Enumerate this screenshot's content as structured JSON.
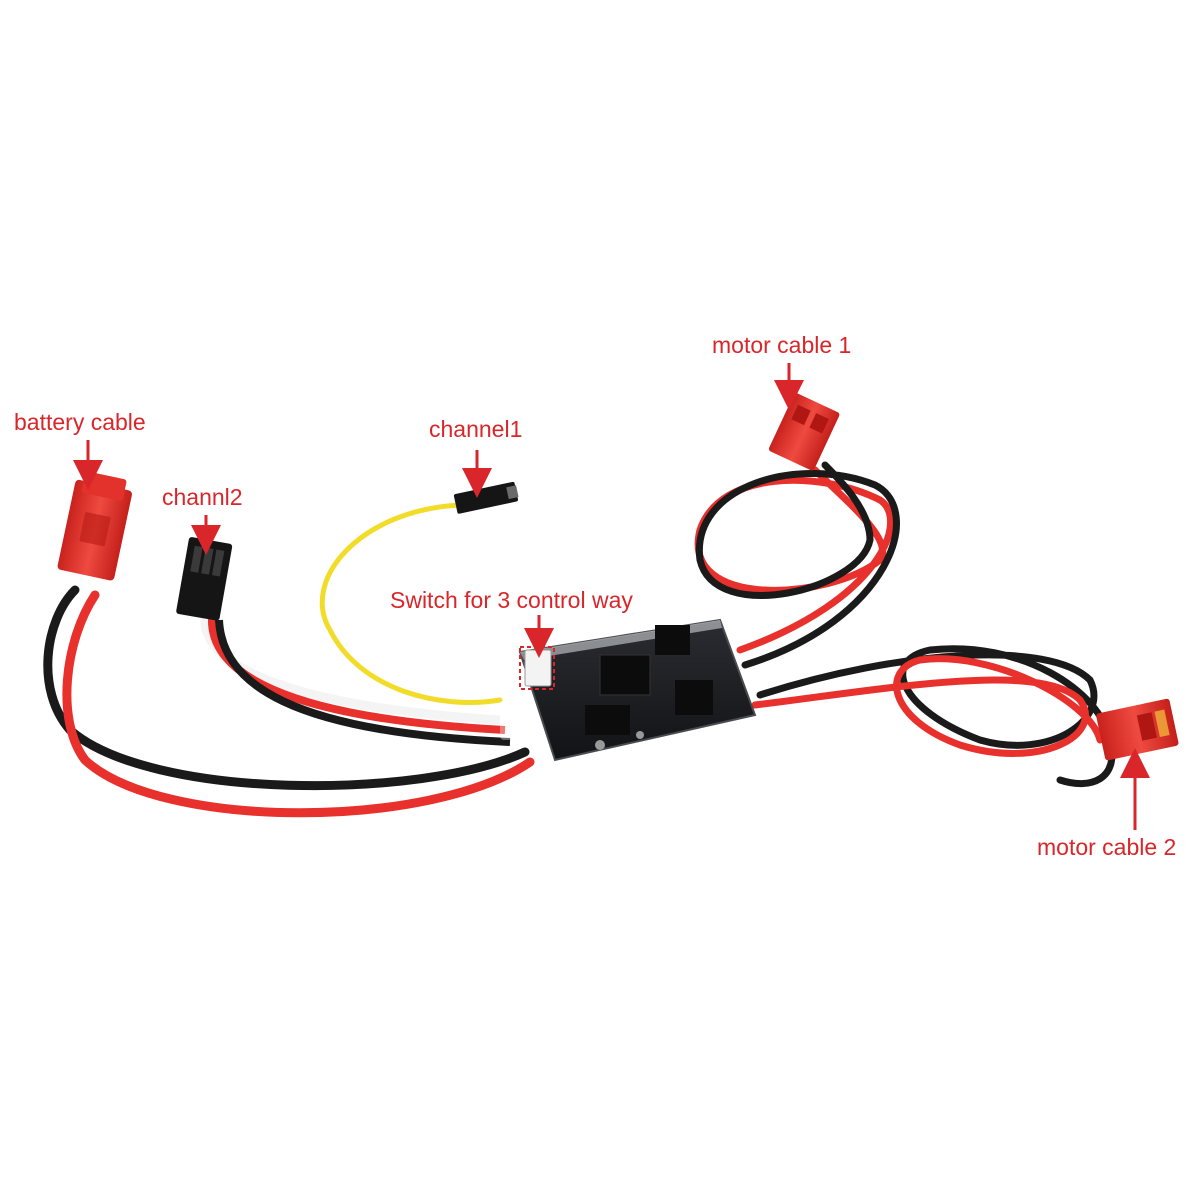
{
  "colors": {
    "callout": "#d8262a",
    "wire_red": "#e8312c",
    "wire_black": "#1a1a1a",
    "wire_yellow": "#f2dc2a",
    "wire_white": "#f4f4f4",
    "connector_red": "#e3322b",
    "board": "#1c1d20"
  },
  "callouts": {
    "battery_cable": "battery cable",
    "channel2": "channl2",
    "channel1": "channel1",
    "switch": "Switch for 3 control way",
    "motor_cable_1": "motor cable 1",
    "motor_cable_2": "motor cable 2"
  }
}
